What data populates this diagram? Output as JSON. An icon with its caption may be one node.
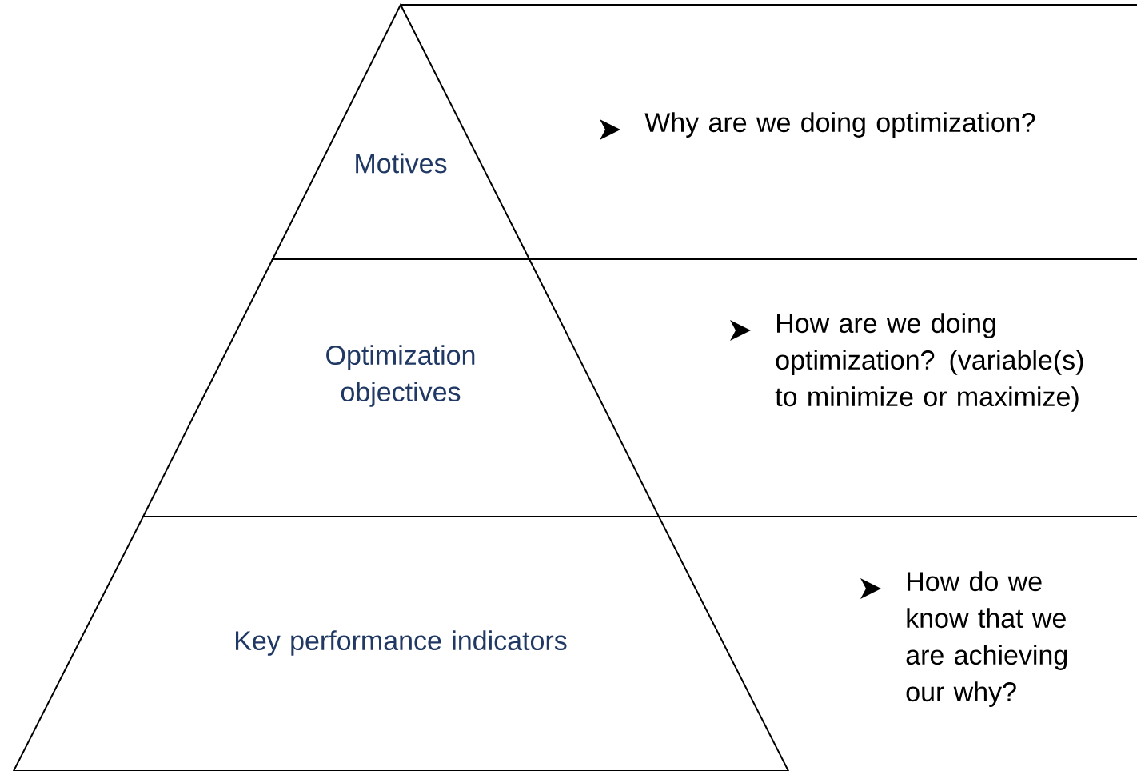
{
  "diagram": {
    "nodes": [
      {
        "text": [
          "Motives"
        ]
      },
      {
        "text": [
          "Optimization objectives"
        ]
      },
      {
        "text": [
          "Key performance indicators"
        ]
      }
    ],
    "labels": [
      "Why are we doing optimization?",
      "How are we doing optimization? (variable(s) to minimize or maximize)",
      "How do we know that we are achieving our why?"
    ]
  }
}
